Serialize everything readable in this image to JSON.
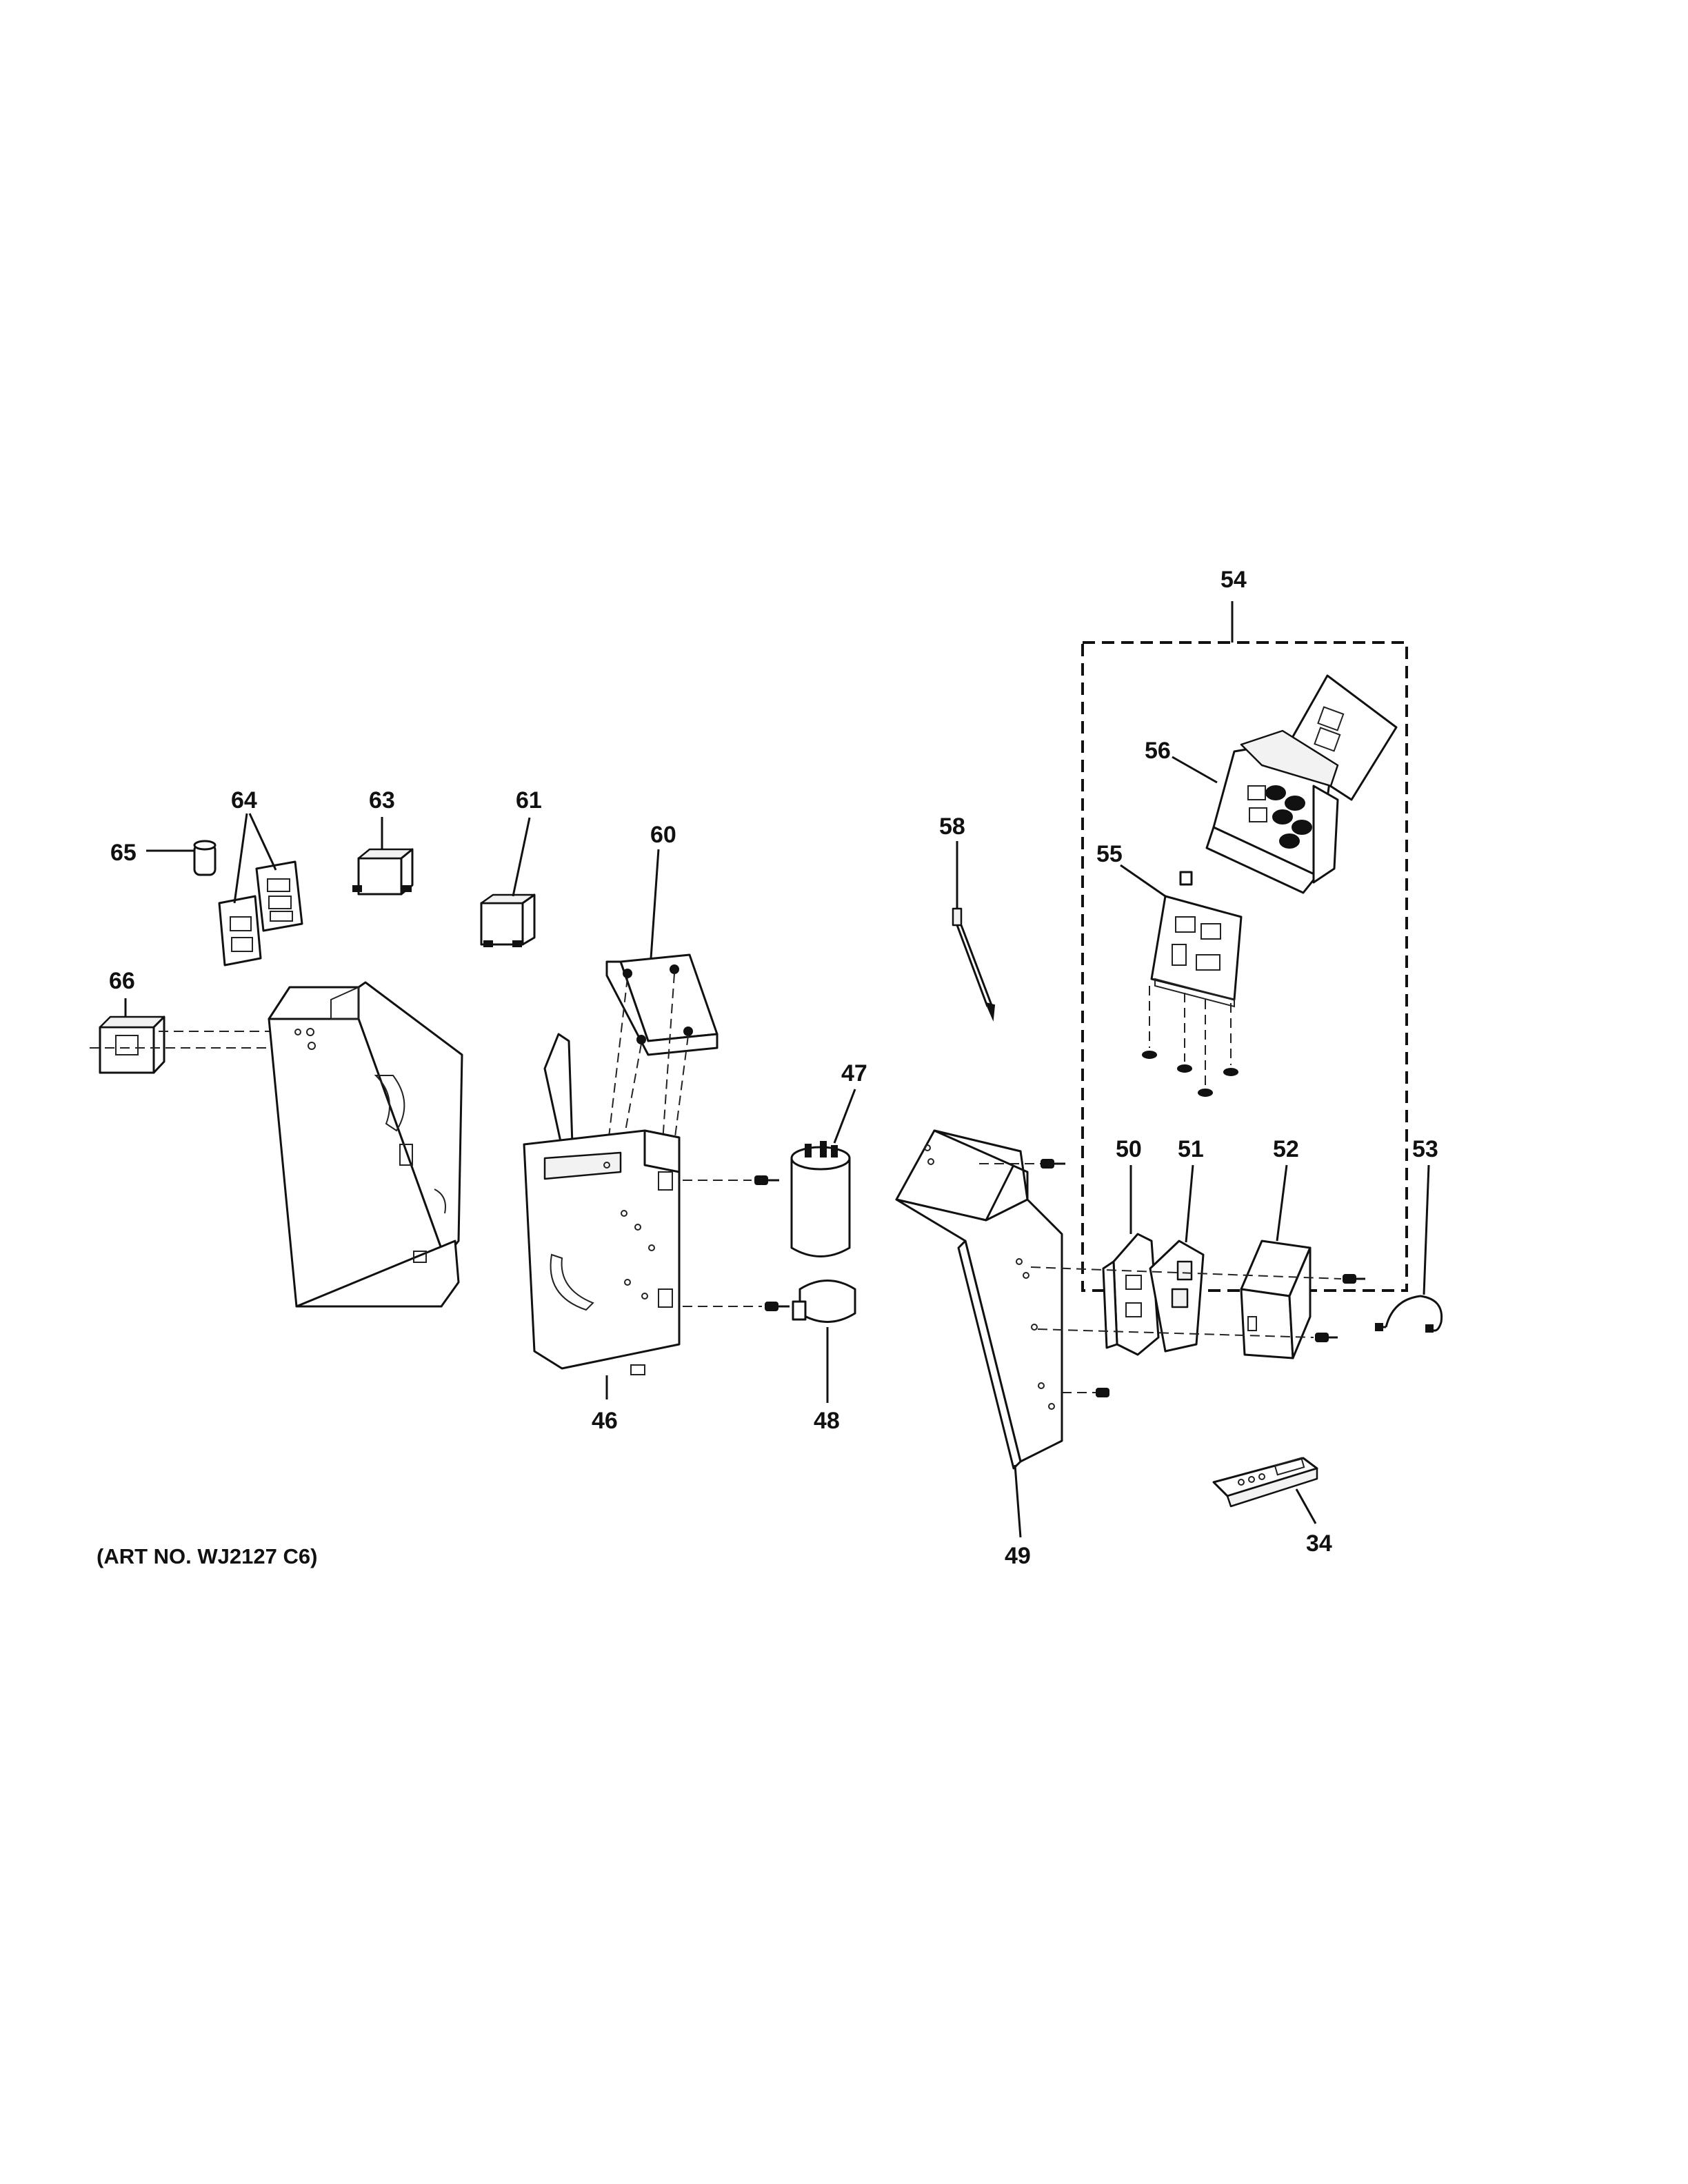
{
  "diagram": {
    "art_number": "(ART NO. WJ2127 C6)",
    "labels": {
      "p34": "34",
      "p46": "46",
      "p47": "47",
      "p48": "48",
      "p49": "49",
      "p50": "50",
      "p51": "51",
      "p52": "52",
      "p53": "53",
      "p54": "54",
      "p55": "55",
      "p56": "56",
      "p58": "58",
      "p60": "60",
      "p61": "61",
      "p63": "63",
      "p64": "64",
      "p65": "65",
      "p66": "66"
    }
  }
}
